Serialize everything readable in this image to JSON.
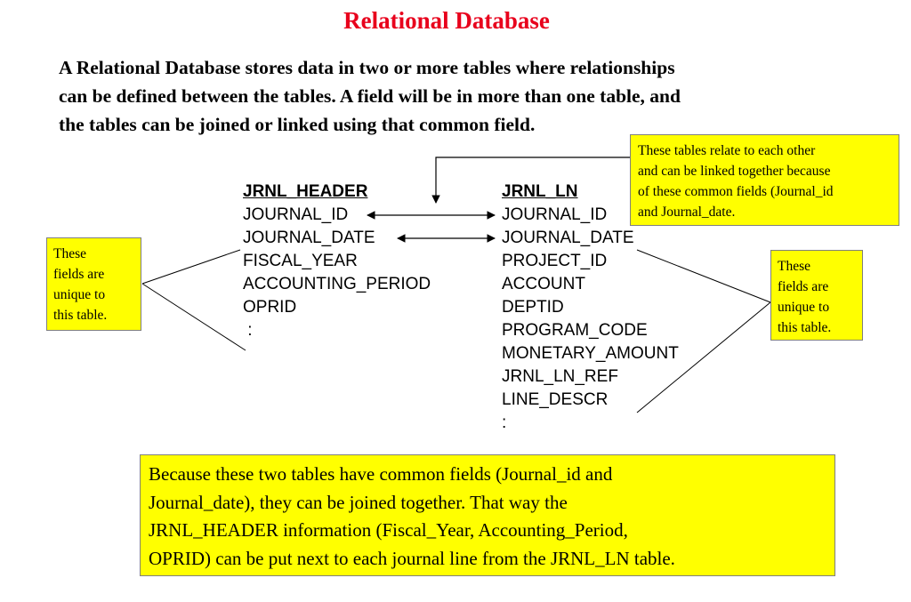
{
  "title": "Relational Database",
  "intro": {
    "lines": [
      "A Relational Database stores data in two or more tables where relationships",
      "can be defined between the tables.  A field will be in more than one table, and",
      "the tables can be joined or linked using that common field."
    ]
  },
  "jrnl_header": {
    "name": "JRNL_HEADER",
    "fields": [
      "JOURNAL_ID",
      "JOURNAL_DATE",
      "FISCAL_YEAR",
      "ACCOUNTING_PERIOD",
      "OPRID",
      " :"
    ]
  },
  "jrnl_ln": {
    "name": "JRNL_LN",
    "fields": [
      "JOURNAL_ID",
      "JOURNAL_DATE",
      "PROJECT_ID",
      "ACCOUNT",
      "DEPTID",
      "PROGRAM_CODE",
      "MONETARY_AMOUNT",
      "JRNL_LN_REF",
      "LINE_DESCR",
      ":"
    ]
  },
  "notes": {
    "top": {
      "lines": [
        "These tables relate to each other",
        "and can be linked together because",
        "of these common fields (Journal_id",
        "and Journal_date."
      ]
    },
    "left": {
      "lines": [
        "These",
        "fields are",
        "unique to",
        "this table."
      ]
    },
    "right": {
      "lines": [
        "These",
        "fields are",
        "unique to",
        "this table."
      ]
    },
    "bottom": {
      "lines": [
        "Because these two tables have common fields (Journal_id and",
        "Journal_date), they can be joined together.   That way the",
        "JRNL_HEADER information (Fiscal_Year, Accounting_Period,",
        "OPRID) can be put next to each journal line from the JRNL_LN table."
      ]
    }
  },
  "colors": {
    "title": "#e8001c",
    "note_fill": "#ffff00"
  }
}
